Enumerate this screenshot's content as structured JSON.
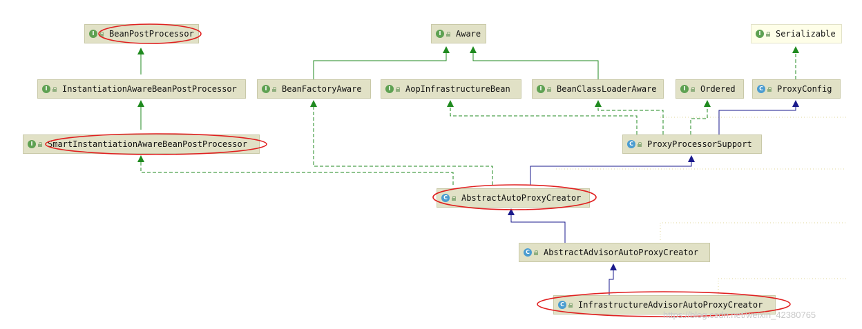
{
  "nodes": [
    {
      "id": "bpp",
      "label": "BeanPostProcessor",
      "kind": "I"
    },
    {
      "id": "iabpp",
      "label": "InstantiationAwareBeanPostProcessor",
      "kind": "I"
    },
    {
      "id": "siabpp",
      "label": "SmartInstantiationAwareBeanPostProcessor",
      "kind": "I"
    },
    {
      "id": "aware",
      "label": "Aware",
      "kind": "I"
    },
    {
      "id": "bfa",
      "label": "BeanFactoryAware",
      "kind": "I"
    },
    {
      "id": "aib",
      "label": "AopInfrastructureBean",
      "kind": "I"
    },
    {
      "id": "bcla",
      "label": "BeanClassLoaderAware",
      "kind": "I"
    },
    {
      "id": "ordered",
      "label": "Ordered",
      "kind": "I"
    },
    {
      "id": "serializable",
      "label": "Serializable",
      "kind": "I"
    },
    {
      "id": "proxyconfig",
      "label": "ProxyConfig",
      "kind": "C"
    },
    {
      "id": "pps",
      "label": "ProxyProcessorSupport",
      "kind": "C"
    },
    {
      "id": "aapc",
      "label": "AbstractAutoProxyCreator",
      "kind": "C"
    },
    {
      "id": "aaapc",
      "label": "AbstractAdvisorAutoProxyCreator",
      "kind": "C"
    },
    {
      "id": "iaapc",
      "label": "InfrastructureAdvisorAutoProxyCreator",
      "kind": "C"
    }
  ],
  "highlighted": [
    "bpp",
    "siabpp",
    "aapc",
    "iaapc"
  ],
  "colors": {
    "interface_link": "#1f8a1f",
    "class_link": "#1a1a8c",
    "highlight_ellipse": "#e02020",
    "node_fill": "#e1e1c6",
    "interface_badge": "#5ea152",
    "class_badge": "#4b9cd0"
  },
  "watermark": "https://blog.csdn.net/weixin_42380765"
}
